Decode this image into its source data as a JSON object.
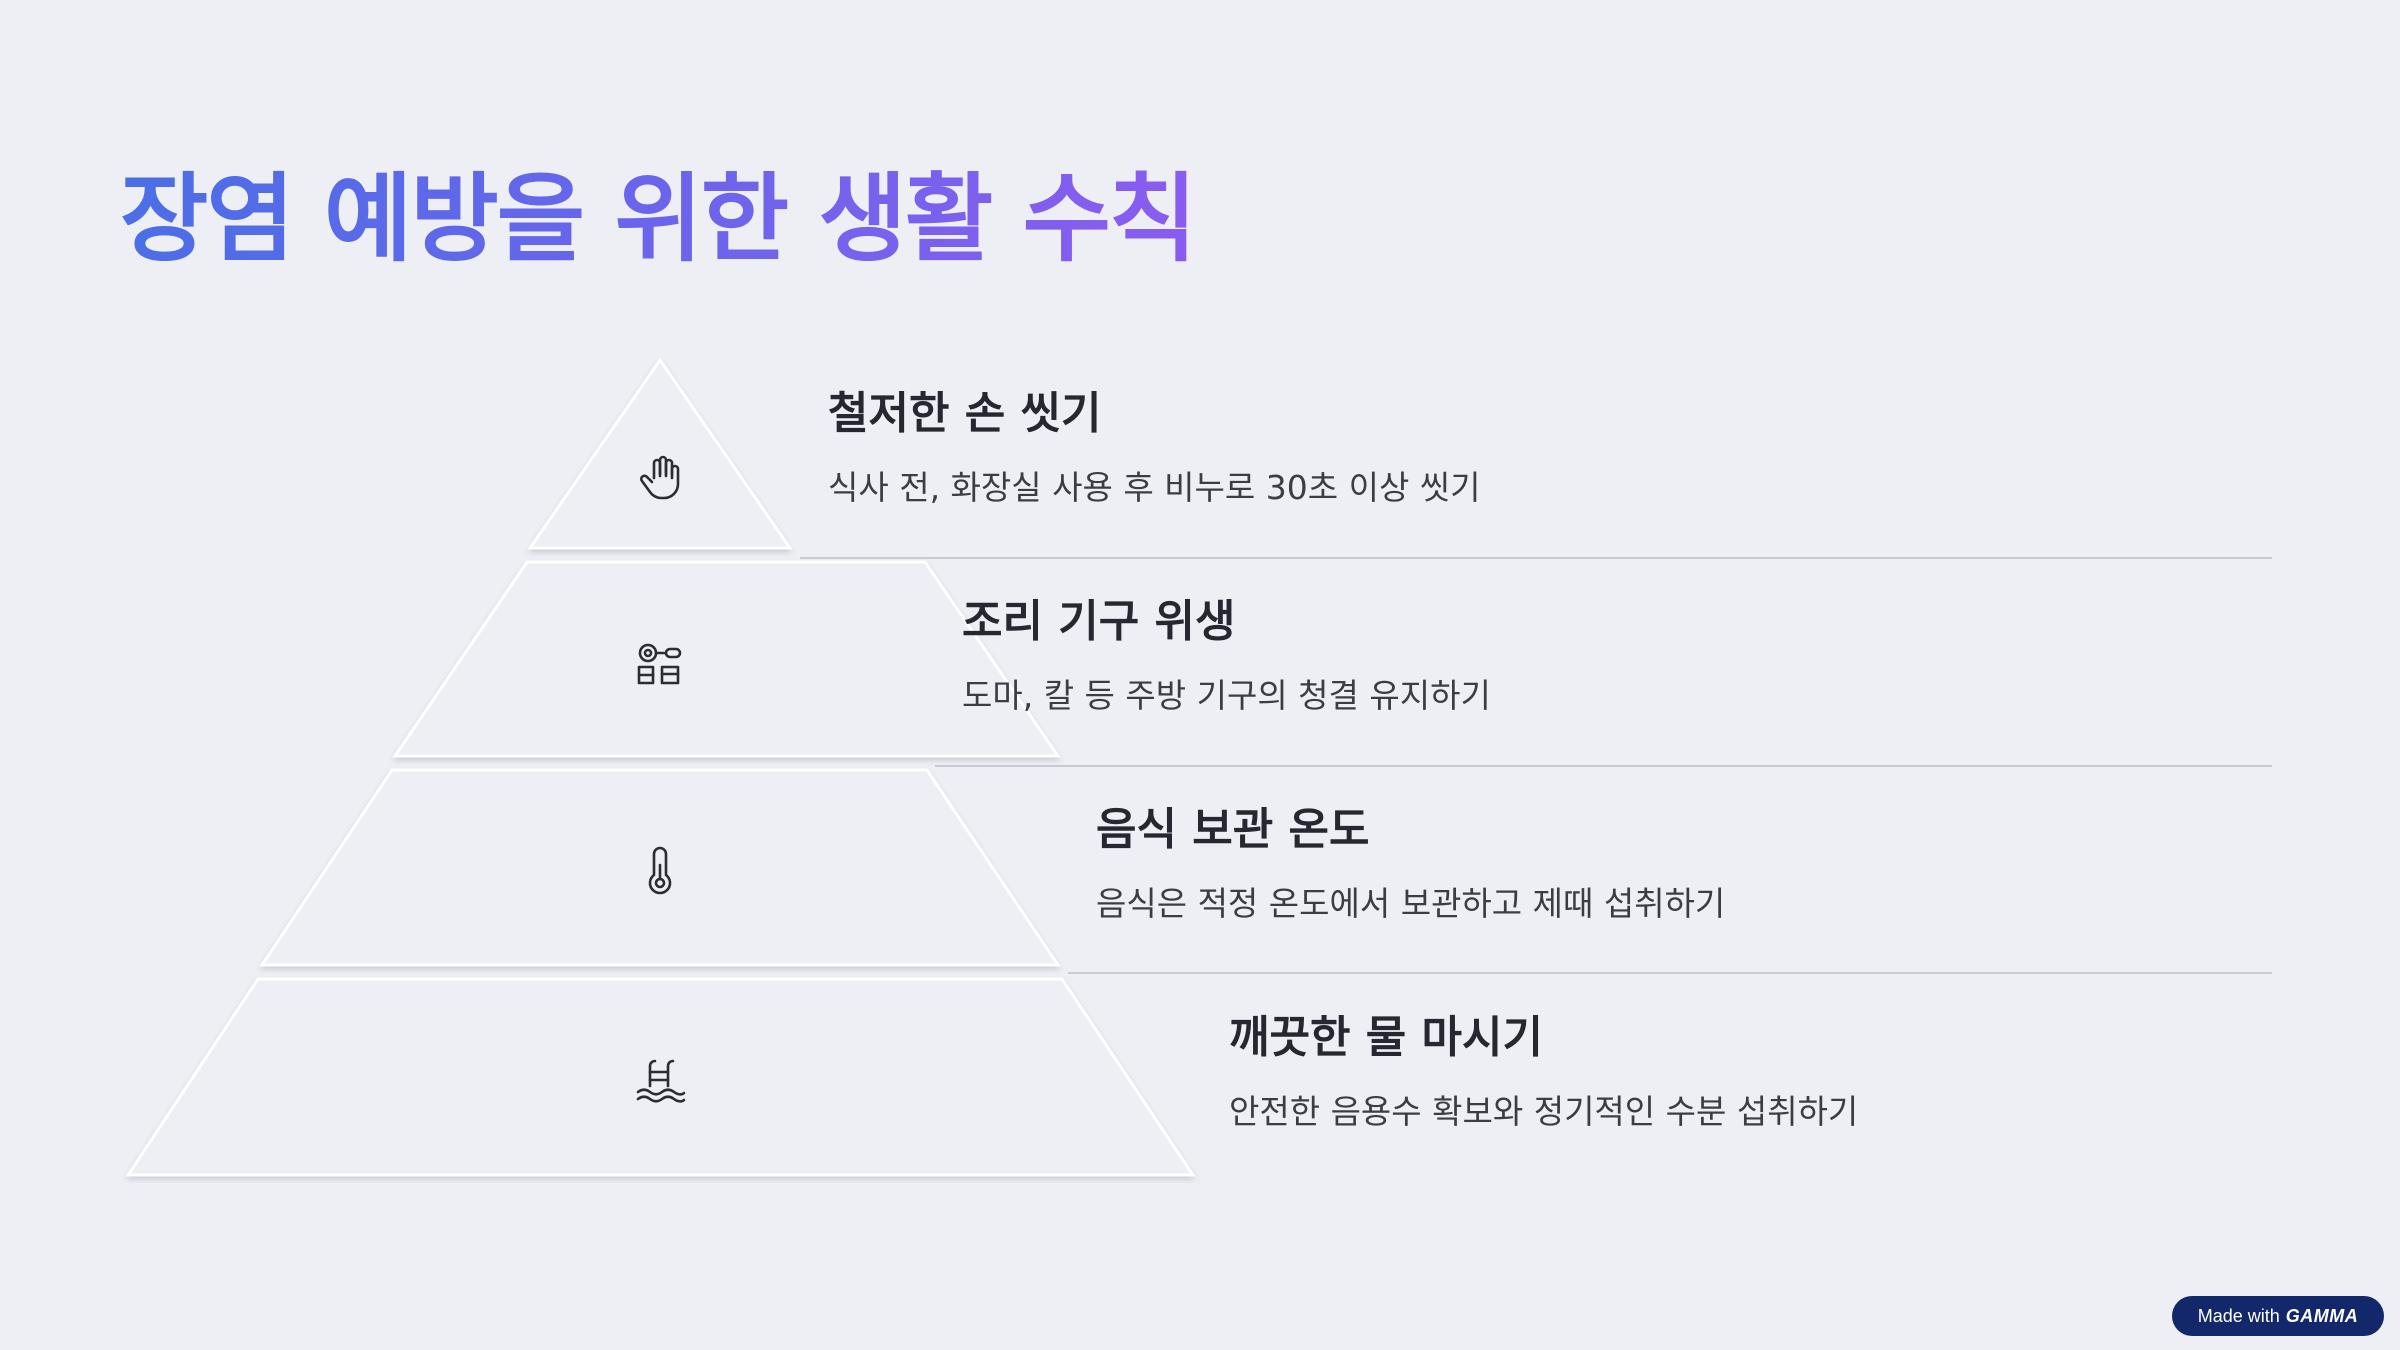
{
  "title": "장염 예방을 위한 생활 수칙",
  "tiers": [
    {
      "icon": "hand-icon",
      "title": "철저한 손 씻기",
      "description": "식사 전, 화장실 사용 후 비누로 30초 이상 씻기"
    },
    {
      "icon": "cooking-tools-icon",
      "title": "조리 기구 위생",
      "description": "도마, 칼 등 주방 기구의 청결 유지하기"
    },
    {
      "icon": "thermometer-icon",
      "title": "음식 보관 온도",
      "description": "음식은 적정 온도에서 보관하고 제때 섭취하기"
    },
    {
      "icon": "water-icon",
      "title": "깨끗한 물 마시기",
      "description": "안전한 음용수 확보와 정기적인 수분 섭취하기"
    }
  ],
  "badge": {
    "prefix": "Made with",
    "brand": "GAMMA"
  },
  "colors": {
    "background": "#eeeff5",
    "title_gradient_start": "#4b6ee6",
    "title_gradient_end": "#8a5cf0",
    "badge": "#13276b"
  }
}
